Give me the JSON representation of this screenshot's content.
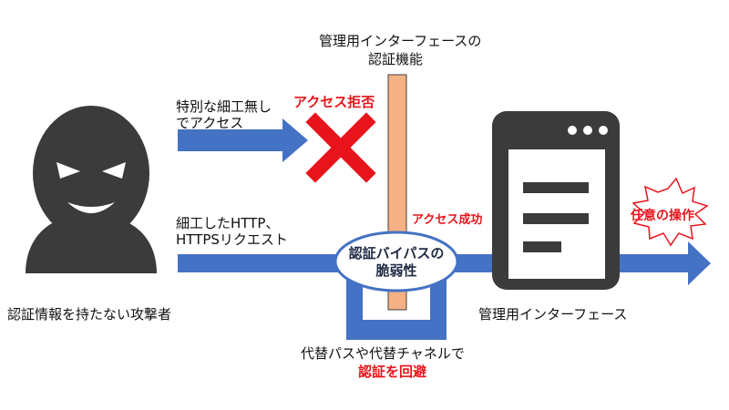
{
  "attacker": {
    "label": "認証情報を持たない攻撃者"
  },
  "interface": {
    "title_line1": "管理用インターフェースの",
    "title_line2": "認証機能",
    "server_label": "管理用インターフェース"
  },
  "path_normal": {
    "label_line1": "特別な細工無し",
    "label_line2": "でアクセス",
    "result": "アクセス拒否"
  },
  "path_crafted": {
    "label_line1": "細工したHTTP、",
    "label_line2": "HTTPSリクエスト",
    "result": "アクセス成功"
  },
  "vulnerability": {
    "line1": "認証バイパスの",
    "line2": "脆弱性"
  },
  "bypass": {
    "line1": "代替パスや代替チャネルで",
    "line2": "認証を回避"
  },
  "outcome": {
    "label": "任意の操作"
  },
  "colors": {
    "arrow": "#4472c4",
    "barrier": "#f4b183",
    "danger": "#e8141b",
    "dark": "#3b3b3b"
  }
}
